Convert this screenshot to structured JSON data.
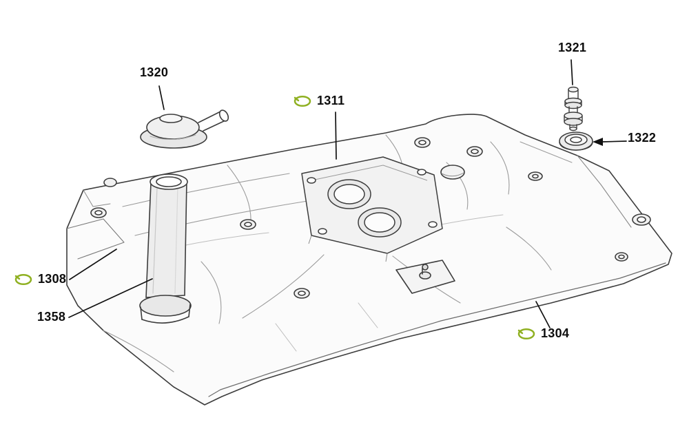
{
  "diagram": {
    "kind": "exploded-parts-diagram",
    "illustration": "intake-manifold-pencil-sketch",
    "background_color": "#ffffff",
    "line_color": "#3c3c3c",
    "label_color": "#0d0d0d",
    "gasket_icon_color": "#8FB021",
    "gasket_icon_name": "gasket-icon",
    "parts": [
      {
        "number": "1320",
        "gasket_icon": false
      },
      {
        "number": "1311",
        "gasket_icon": true
      },
      {
        "number": "1321",
        "gasket_icon": false
      },
      {
        "number": "1322",
        "gasket_icon": false
      },
      {
        "number": "1308",
        "gasket_icon": true
      },
      {
        "number": "1358",
        "gasket_icon": false
      },
      {
        "number": "1304",
        "gasket_icon": true
      }
    ]
  }
}
